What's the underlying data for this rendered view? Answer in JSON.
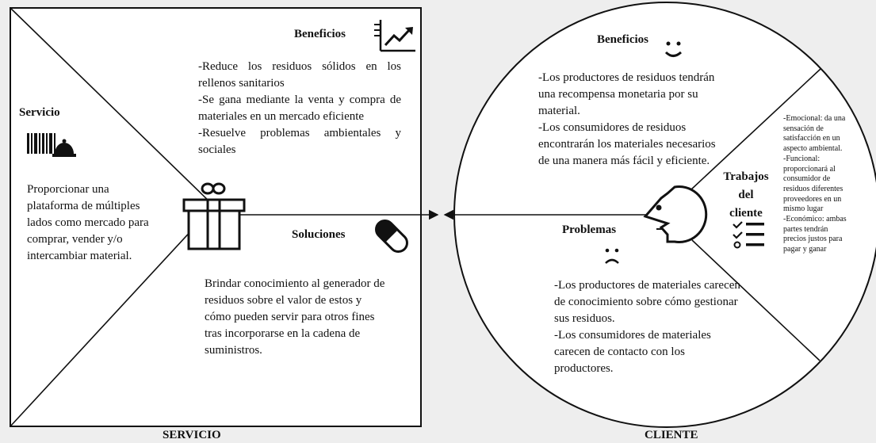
{
  "servicio": {
    "footer_label": "SERVICIO",
    "beneficios": {
      "title": "Beneficios",
      "text": "-Reduce los residuos sólidos en los rellenos sanitarios\n-Se gana mediante la venta y compra de materiales en un mercado eficiente\n-Resuelve problemas ambientales y sociales"
    },
    "servicio": {
      "title": "Servicio",
      "text": "Proporcionar una plataforma de múltiples lados como mercado para comprar, vender y/o intercambiar material."
    },
    "soluciones": {
      "title": "Soluciones",
      "text": "Brindar conocimiento al generador de residuos sobre el valor de estos y cómo pueden servir para otros fines tras incorporarse en la cadena de suministros."
    }
  },
  "cliente": {
    "footer_label": "CLIENTE",
    "beneficios": {
      "title": "Beneficios",
      "text": "-Los productores de residuos tendrán una recompensa monetaria por su material.\n-Los consumidores de residuos encontrarán los materiales necesarios de una manera más fácil y eficiente."
    },
    "problemas": {
      "title": "Problemas",
      "text": "-Los productores de materiales carecen de conocimiento sobre cómo gestionar sus residuos.\n-Los consumidores de materiales carecen de contacto con los productores."
    },
    "trabajos": {
      "title": "Trabajos del cliente",
      "text": "-Emocional: da una sensación de satisfacción en un aspecto ambiental.\n-Funcional: proporcionará al consumidor de residuos diferentes proveedores en un mismo lugar\n-Económico: ambas partes tendrán precios justos para pagar y ganar"
    }
  },
  "icons": [
    "chart-icon",
    "barcode-icon",
    "service-bell-icon",
    "gift-icon",
    "pill-icon",
    "smile-icon",
    "sad-icon",
    "face-icon",
    "checklist-icon"
  ]
}
